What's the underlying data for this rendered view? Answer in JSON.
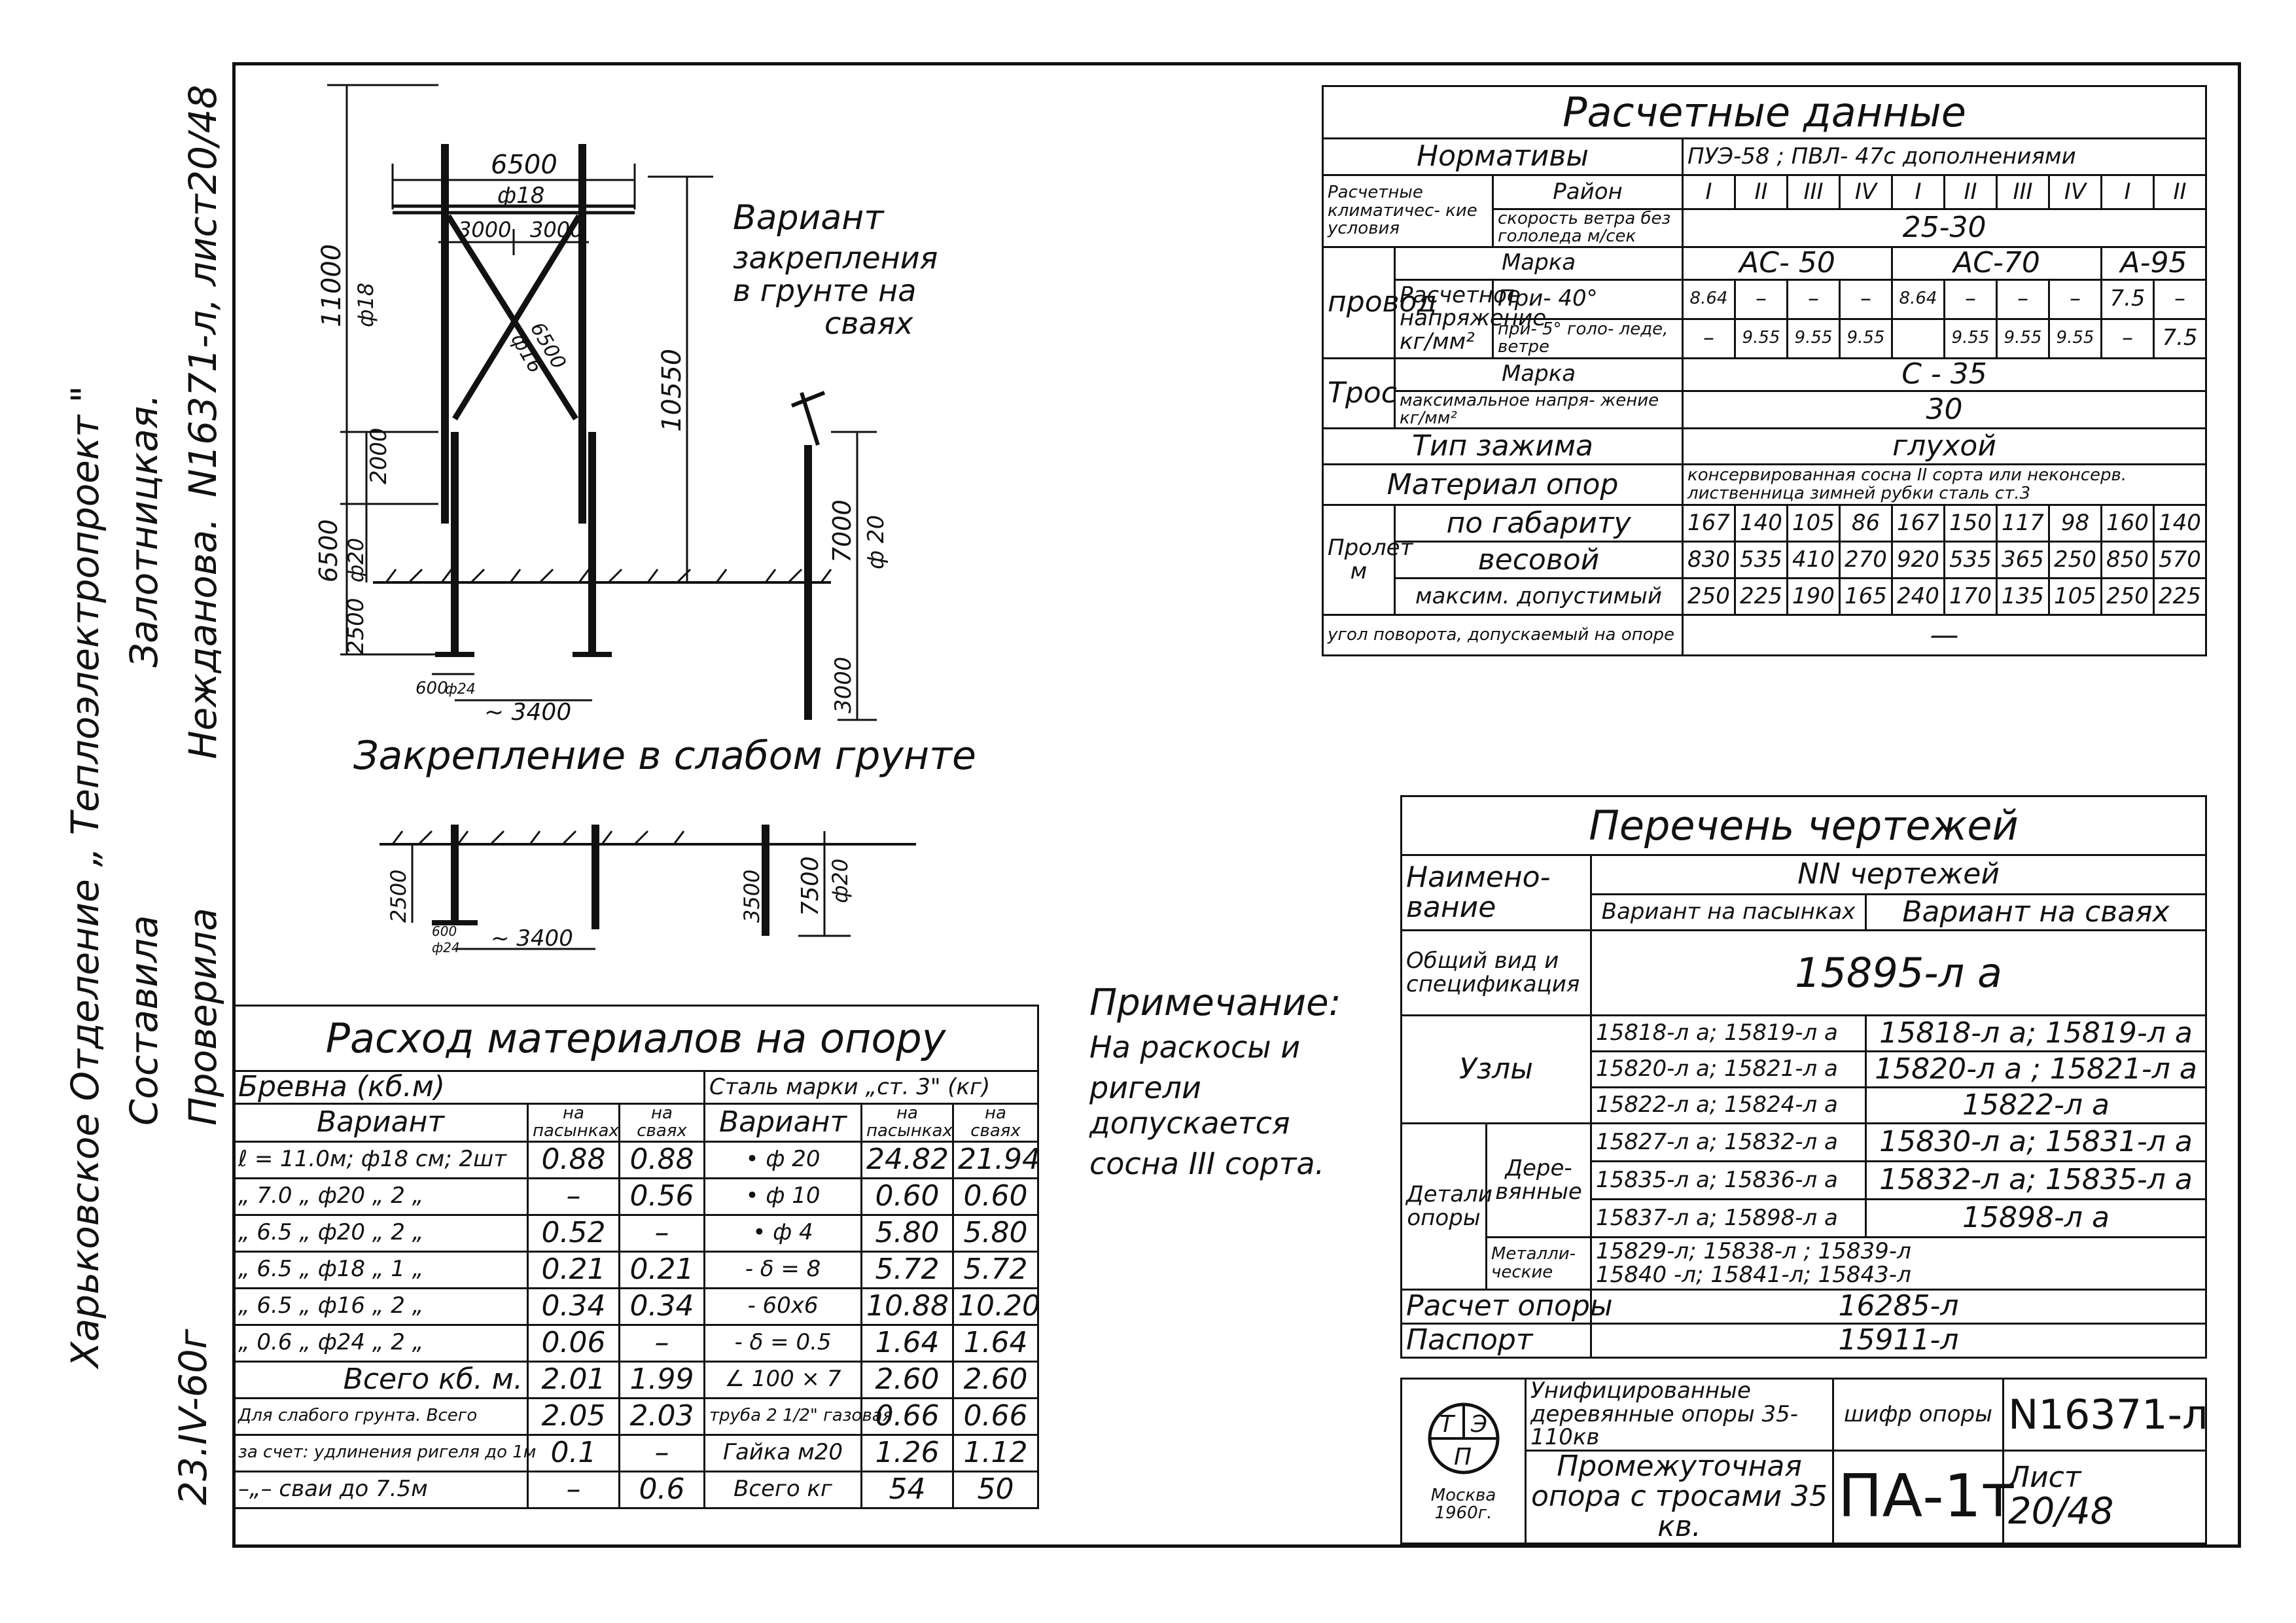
{
  "side": {
    "org": "Харьковское Отделение „ Теплоэлектропроект \"",
    "compiled_label": "Составила",
    "compiled_sign": "Залотницкая.",
    "checked_label": "Проверила",
    "checked_sign": "Нежданова.",
    "sheet_ref": "N16371-л, лист20/48",
    "date": "23.IV-60г"
  },
  "drawing": {
    "dims_top": [
      "6500",
      "ф18",
      "3000",
      "3000",
      "6500",
      "ф16"
    ],
    "dims_left": [
      "11000",
      "ф18",
      "2000",
      "6500",
      "ф20",
      "2500",
      "600",
      "ф24"
    ],
    "dim_10550": "10550",
    "dim_3400": "~ 3400",
    "dims_right": [
      "7000",
      "ф 20",
      "3000"
    ],
    "variant_note": [
      "Вариант",
      "закрепления",
      "в грунте на",
      "сваях"
    ],
    "weak_title": "Закрепление в слабом грунте",
    "weak_dims": [
      "2500",
      "3500",
      "7500",
      "ф20",
      "~ 3400",
      "600",
      "ф24"
    ]
  },
  "calc": {
    "title": "Расчетные данные",
    "norms_label": "Нормативы",
    "norms_value": "ПУЭ-58 ; ПВЛ- 47с дополнениями",
    "climate_label": "Расчетные климатичес- кие условия",
    "region_label": "Район",
    "regions": [
      "I",
      "II",
      "III",
      "IV",
      "I",
      "II",
      "III",
      "IV",
      "I",
      "II"
    ],
    "wind_label": "скорость ветра без гололеда м/сек",
    "wind_value": "25-30",
    "wire_group": "провод",
    "wire_brand_label": "Марка",
    "wire_brands": [
      "АС- 50",
      "АС-70",
      "А-95"
    ],
    "stress_label": "Расчетное напряжение кг/мм²",
    "cond1_label": "При- 40°",
    "cond1_values": [
      "8.64",
      "–",
      "–",
      "–",
      "8.64",
      "–",
      "–",
      "–",
      "7.5",
      "–"
    ],
    "cond2_label": "при- 5° голо- леде, ветре",
    "cond2_values": [
      "–",
      "9.55",
      "9.55",
      "9.55",
      "",
      "9.55",
      "9.55",
      "9.55",
      "–",
      "7.5"
    ],
    "rope_group": "Трос",
    "rope_brand_label": "Марка",
    "rope_brand": "С - 35",
    "rope_stress_label": "максимальное напря- жение кг/мм²",
    "rope_stress": "30",
    "clamp_label": "Тип зажима",
    "clamp_value": "глухой",
    "material_label": "Материал опор",
    "material_value": "консервированная сосна II сорта или неконсерв. лиственница зимней рубки сталь ст.3",
    "span_label": "Пролет м",
    "span_rows": [
      {
        "label": "по габариту",
        "values": [
          "167",
          "140",
          "105",
          "86",
          "167",
          "150",
          "117",
          "98",
          "160",
          "140"
        ]
      },
      {
        "label": "весовой",
        "values": [
          "830",
          "535",
          "410",
          "270",
          "920",
          "535",
          "365",
          "250",
          "850",
          "570"
        ]
      },
      {
        "label": "максим. допустимый",
        "values": [
          "250",
          "225",
          "190",
          "165",
          "240",
          "170",
          "135",
          "105",
          "250",
          "225"
        ]
      }
    ],
    "angle_label": "угол поворота, допускаемый на опоре",
    "angle_value": "—"
  },
  "drawings_list": {
    "title": "Перечень чертежей",
    "name_label": "Наимено- вание",
    "nn_label": "NN чертежей",
    "col1": "Вариант на пасынках",
    "col2": "Вариант на сваях",
    "general_label": "Общий вид и спецификация",
    "general_value": "15895-л а",
    "nodes_label": "Узлы",
    "nodes": [
      [
        "15818-л а; 15819-л а",
        "15818-л а; 15819-л а"
      ],
      [
        "15820-л а; 15821-л а",
        "15820-л а ; 15821-л а"
      ],
      [
        "15822-л а; 15824-л а",
        "15822-л а"
      ]
    ],
    "details_label": "Детали опоры",
    "wood_label": "Дере- вянные",
    "wood": [
      [
        "15827-л а; 15832-л а",
        "15830-л а; 15831-л а"
      ],
      [
        "15835-л а; 15836-л а",
        "15832-л а; 15835-л а"
      ],
      [
        "15837-л а; 15898-л а",
        "15898-л а"
      ]
    ],
    "metal_label": "Металли- ческие",
    "metal_lines": [
      "15829-л; 15838-л ; 15839-л",
      "15840 -л; 15841-л; 15843-л"
    ],
    "calc_label": "Расчет опоры",
    "calc_value": "16285-л",
    "passport_label": "Паспорт",
    "passport_value": "15911-л"
  },
  "stamp": {
    "city": "Москва",
    "year": "1960г.",
    "title1": "Унифицированные деревянные опоры 35-110кв",
    "cipher_label": "шифр опоры",
    "number": "N16371-л",
    "title2": "Промежуточная опора с тросами 35 кв.",
    "code": "ПА-1т",
    "sheet_label": "Лист",
    "sheet_value": "20/48"
  },
  "note": {
    "title": "Примечание:",
    "lines": [
      "На раскосы и",
      "ригели допускается",
      "сосна III сорта."
    ]
  },
  "materials": {
    "title": "Расход материалов на опору",
    "logs_header": "Бревна (кб.м)",
    "steel_header": "Сталь марки „ст. 3\" (кг)",
    "variant_label": "Вариант",
    "on_stub": "на пасынках",
    "on_piles": "на сваях",
    "rows": [
      [
        "ℓ = 11.0м; ф18 см; 2шт",
        "0.88",
        "0.88",
        "• ф 20",
        "24.82",
        "21.94"
      ],
      [
        "„ 7.0 „ ф20 „ 2 „",
        "–",
        "0.56",
        "• ф 10",
        "0.60",
        "0.60"
      ],
      [
        "„ 6.5 „ ф20 „ 2 „",
        "0.52",
        "–",
        "• ф 4",
        "5.80",
        "5.80"
      ],
      [
        "„ 6.5 „ ф18 „ 1 „",
        "0.21",
        "0.21",
        "- δ = 8",
        "5.72",
        "5.72"
      ],
      [
        "„ 6.5 „ ф16 „ 2 „",
        "0.34",
        "0.34",
        "- 60х6",
        "10.88",
        "10.20"
      ],
      [
        "„ 0.6 „ ф24 „ 2 „",
        "0.06",
        "–",
        "- δ = 0.5",
        "1.64",
        "1.64"
      ],
      [
        "Всего кб. м.",
        "2.01",
        "1.99",
        "∠ 100 × 7",
        "2.60",
        "2.60"
      ],
      [
        "Для слабого грунта. Всего",
        "2.05",
        "2.03",
        "труба 2 1/2\" газовая",
        "0.66",
        "0.66"
      ],
      [
        "за счет: удлинения ригеля до 1м",
        "0.1",
        "–",
        "Гайка м20",
        "1.26",
        "1.12"
      ],
      [
        "–„– сваи до 7.5м",
        "–",
        "0.6",
        "Всего кг",
        "54",
        "50"
      ]
    ]
  }
}
